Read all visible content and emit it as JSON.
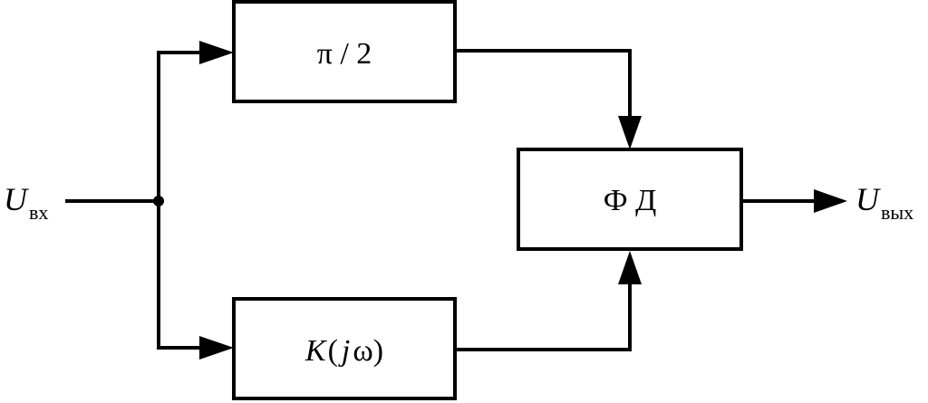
{
  "diagram": {
    "blocks": {
      "phase_shifter": {
        "label": "π / 2"
      },
      "filter": {
        "label_k": "K",
        "label_open": "(",
        "label_j": "j",
        "label_omega": "ω)"
      },
      "phase_detector": {
        "label": "Ф Д"
      }
    },
    "signals": {
      "input": {
        "symbol": "U",
        "subscript": "вх"
      },
      "output": {
        "symbol": "U",
        "subscript": "вых"
      }
    }
  }
}
